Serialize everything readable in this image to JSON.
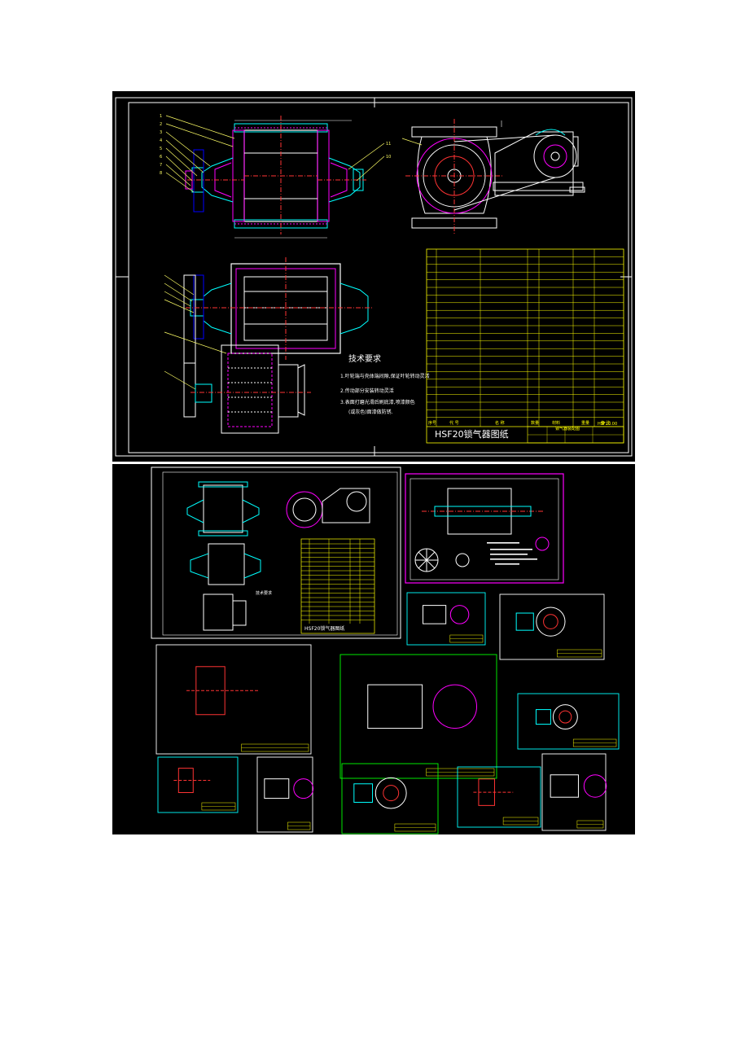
{
  "top_sheet": {
    "title": "HSF20锁气器图纸",
    "tech_heading": "技术要求",
    "tech_notes": [
      "1.叶轮端与壳体端间隙,保证叶轮转动灵活",
      "2.传动部分安装转动灵活",
      "3.表面打磨光滑后刷底漆,喷漆颜色",
      "(或灰色)面漆做防锈."
    ],
    "title_block": {
      "header_no": "序号",
      "header_code": "代 号",
      "header_name": "名 称",
      "header_qty": "数量",
      "header_material": "材料",
      "header_weight": "重量",
      "header_remark": "备 注",
      "drawing_name": "锁气器装配图",
      "drawing_code": "HSF20.00"
    }
  },
  "bottom_sheet": {
    "thumb_title": "HSF20锁气器图纸",
    "thumb_tech_heading": "技术要求"
  },
  "colors": {
    "background": "#000000",
    "border": "#ffffff",
    "table": "#ffff00",
    "body": "#00ffff",
    "hatch": "#ff00ff",
    "outline": "#ffffff",
    "centerline": "#ff3333",
    "leader": "#ffff66",
    "frame_green": "#00ff00",
    "frame_magenta": "#ff00ff"
  }
}
